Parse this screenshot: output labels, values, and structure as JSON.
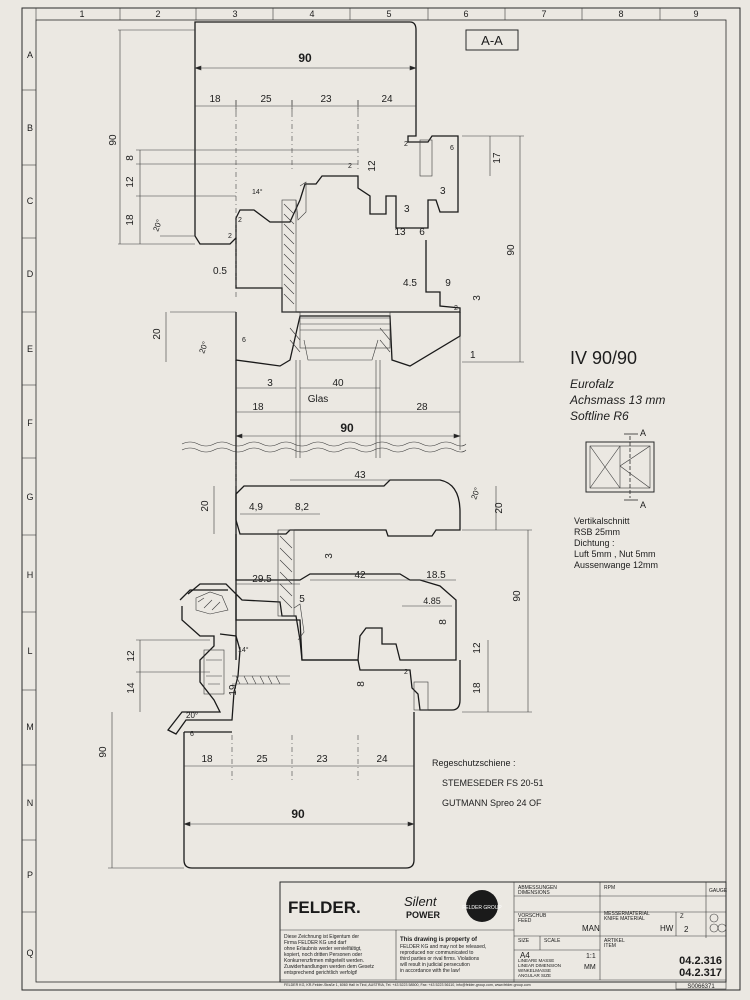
{
  "sheet": {
    "section_label": "A-A",
    "grid_columns": [
      "1",
      "2",
      "3",
      "4",
      "5",
      "6",
      "7",
      "8",
      "9"
    ],
    "grid_rows": [
      "A",
      "B",
      "C",
      "D",
      "E",
      "F",
      "G",
      "H",
      "L",
      "M",
      "N",
      "P",
      "Q"
    ]
  },
  "product": {
    "title": "IV 90/90",
    "line1": "Eurofalz",
    "line2": "Achsmass 13 mm",
    "line3": "Softline R6",
    "cut_label_top": "A",
    "cut_label_bottom": "A"
  },
  "notes": {
    "vertical_section": "Vertikalschnitt",
    "rsb": "RSB 25mm",
    "seal": "Dichtung :",
    "air": "Luft 5mm , Nut 5mm",
    "outer": "Aussenwange 12mm",
    "rail_title": "Regeschutzschiene :",
    "rail_1": "STEMESEDER FS 20-51",
    "rail_2": "GUTMANN Spreo 24 OF"
  },
  "dims": {
    "top_width": "90",
    "top_18": "18",
    "top_25": "25",
    "top_23": "23",
    "top_24": "24",
    "left_90": "90",
    "left_8": "8",
    "left_12": "12",
    "left_18": "18",
    "angle_20a": "20°",
    "angle_14a": "14°",
    "n2a": "2",
    "n2b": "2",
    "n2c": "2",
    "n2d": "2",
    "n2e": "2",
    "mid_12": "12",
    "mid_3a": "3",
    "mid_3b": "3",
    "mid_13": "13",
    "mid_6a": "6",
    "right_17": "17",
    "right_90": "90",
    "right_6": "6",
    "d_05": "0.5",
    "d_45": "4.5",
    "d_9": "9",
    "d_3": "3",
    "glass_20": "20",
    "angle_20b": "20°",
    "n6": "6",
    "d_1": "1",
    "g_3": "3",
    "g_40": "40",
    "g_18": "18",
    "glas": "Glas",
    "g_28": "28",
    "g_90": "90",
    "b_43": "43",
    "b_20a": "20",
    "b_49": "4,9",
    "b_82": "8,2",
    "b_20b": "20",
    "angle_20c": "20°",
    "b_3": "3",
    "b_295": "29.5",
    "b_42": "42",
    "b_185": "18.5",
    "b_90r": "90",
    "b_5": "5",
    "b_485": "4.85",
    "b_8": "8",
    "b_12r": "12",
    "b_18r": "18",
    "b_8b": "8",
    "b_2": "2",
    "l_12": "12",
    "l_14": "14",
    "l_19": "19",
    "angle_14b": "14°",
    "angle_20d": "20°",
    "l_6": "6",
    "l_90": "90",
    "bot_18": "18",
    "bot_25": "25",
    "bot_23": "23",
    "bot_24": "24",
    "bot_width": "90"
  },
  "title_block": {
    "brand": "FELDER.",
    "silent": "Silent",
    "power": "POWER",
    "group_badge": "FELDER GROUP",
    "dim_de": "ABMESSUNGEN",
    "dim_en": "DIMENSIONS",
    "feed_de": "VORSCHUB",
    "feed_en": "FEED",
    "feed_val": "MAN",
    "knife_de": "MESSERMATERIAL",
    "knife_en": "KNIFE MATERIAL",
    "knife_val": "HW",
    "z_label": "Z",
    "z_val": "2",
    "size_label": "SIZE",
    "size_val": "A4",
    "scale_label": "SCALE",
    "scale_val": "1:1",
    "lin_de": "LINEARE MASSE",
    "lin_en": "LINEAR DIMENSION",
    "ang_de": "WINKELMASSE",
    "ang_en": "ANGULAR SIZE",
    "mm": "MM",
    "artikel_de": "ARTIKEL",
    "artikel_en": "ITEM",
    "item_1": "04.2.316",
    "item_2": "04.2.317",
    "drawing_no": "S0066371",
    "gauge": "GAUGE",
    "rpm": "RPM",
    "legal_de_1": "Diese Zeichnung ist Eigentum der",
    "legal_de_2": "Firma FELDER KG und darf",
    "legal_de_3": "ohne Erlaubnis weder vervielfältigt,",
    "legal_de_4": "kopiert, noch dritten Personen oder",
    "legal_de_5": "Konkurrenzfirmen mitgeteilt werden.",
    "legal_de_6": "Zuwiderhandlungen werden dem Gesetz",
    "legal_de_7": "entsprechend gerichtlich verfolgt!",
    "legal_en_1": "This drawing is property of",
    "legal_en_2": "FELDER KG and may not be released,",
    "legal_en_3": "reproduced nor communicated to",
    "legal_en_4": "third parties or rival firms. Violations",
    "legal_en_5": "will result in judicial persecution",
    "legal_en_6": "in accordance with the law!",
    "address": "FELDER KG, KR-Felder-Straße 1, 6060 Hall in Tirol, AUSTRIA, Tel. +43 5223 58500, Fax: +43 5223 56110, info@felder-group.com, www.felder-group.com"
  }
}
